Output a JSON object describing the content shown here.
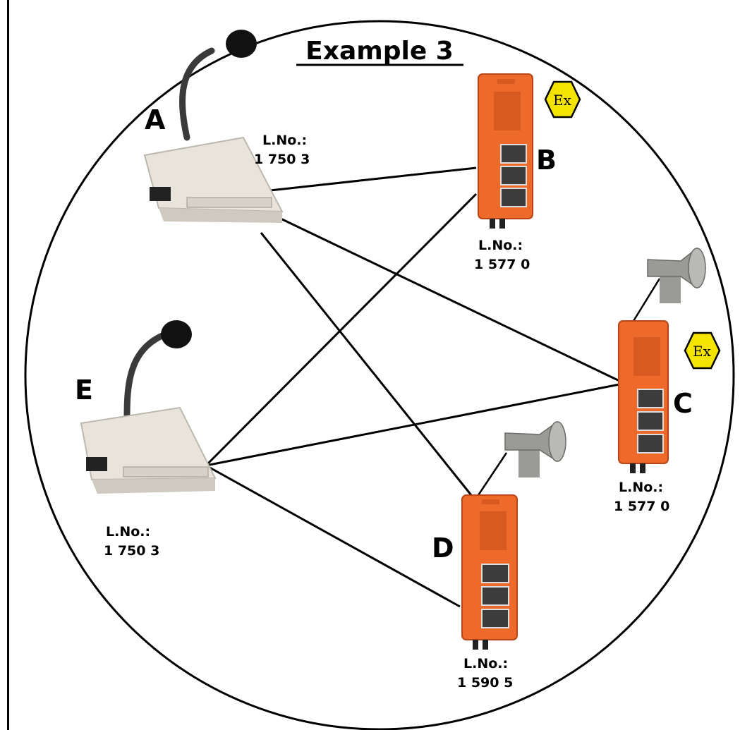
{
  "title": "Example 3",
  "colors": {
    "station_body": "#e8e4dc",
    "unit_orange": "#ee6a2a",
    "ex_yellow": "#f5e400",
    "horn_grey": "#9a9a96",
    "line": "#000000"
  },
  "devices": {
    "A": {
      "letter": "A",
      "lno_label": "L.No.:",
      "lno_value": "1 750 3",
      "kind": "microphone-desk-station"
    },
    "B": {
      "letter": "B",
      "lno_label": "L.No.:",
      "lno_value": "1 577 0",
      "kind": "explosion-proof-intercom",
      "ex_mark": "Ex"
    },
    "C": {
      "letter": "C",
      "lno_label": "L.No.:",
      "lno_value": "1 577 0",
      "kind": "explosion-proof-intercom-with-horn",
      "ex_mark": "Ex"
    },
    "D": {
      "letter": "D",
      "lno_label": "L.No.:",
      "lno_value": "1 590 5",
      "kind": "intercom-with-horn"
    },
    "E": {
      "letter": "E",
      "lno_label": "L.No.:",
      "lno_value": "1 750 3",
      "kind": "microphone-desk-station"
    }
  },
  "connections": [
    [
      "A",
      "B"
    ],
    [
      "A",
      "C"
    ],
    [
      "A",
      "D"
    ],
    [
      "E",
      "B"
    ],
    [
      "E",
      "C"
    ],
    [
      "E",
      "D"
    ]
  ]
}
